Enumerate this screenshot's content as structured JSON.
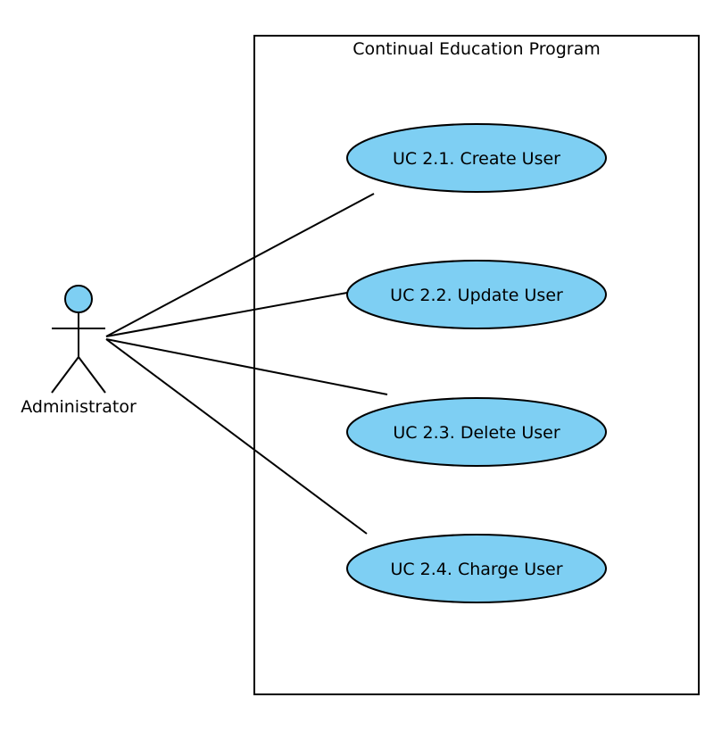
{
  "diagram": {
    "type": "uml-use-case",
    "system": {
      "title": "Continual Education Program"
    },
    "actor": {
      "name": "Administrator",
      "fill_color": "#7ecff3"
    },
    "use_case_fill_color": "#7ecff3",
    "line_color": "#000000",
    "use_cases": [
      {
        "label": "UC 2.1. Create User"
      },
      {
        "label": "UC 2.2. Update User"
      },
      {
        "label": "UC 2.3. Delete User"
      },
      {
        "label": "UC 2.4. Charge User"
      }
    ],
    "associations": [
      {
        "from": "Administrator",
        "to": "UC 2.1. Create User"
      },
      {
        "from": "Administrator",
        "to": "UC 2.2. Update User"
      },
      {
        "from": "Administrator",
        "to": "UC 2.3. Delete User"
      },
      {
        "from": "Administrator",
        "to": "UC 2.4. Charge User"
      }
    ]
  }
}
